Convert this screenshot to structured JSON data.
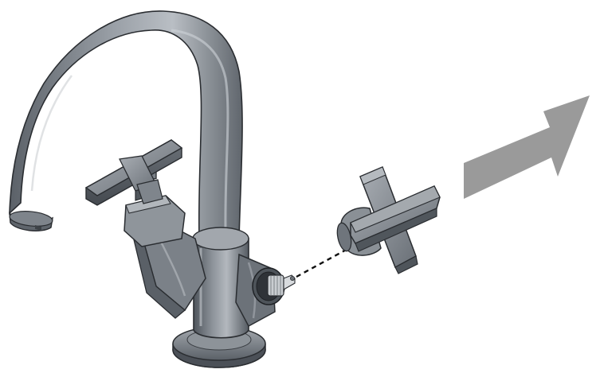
{
  "figure": {
    "kind": "exploded-view illustration",
    "components": [
      {
        "name": "mixer-tap-body",
        "label": ""
      },
      {
        "name": "spout",
        "label": ""
      },
      {
        "name": "cross-handle-installed",
        "label": ""
      },
      {
        "name": "valve-cartridge-spindle",
        "label": ""
      },
      {
        "name": "cross-handle-detached",
        "label": ""
      },
      {
        "name": "removal-direction-arrow",
        "label": ""
      }
    ],
    "colors": {
      "metal_dark": "#4d535a",
      "metal_mid": "#8b9198",
      "metal_light": "#b6bbc1",
      "outline": "#2a2d31",
      "arrow": "#9a9a9a",
      "background": "#ffffff"
    }
  }
}
